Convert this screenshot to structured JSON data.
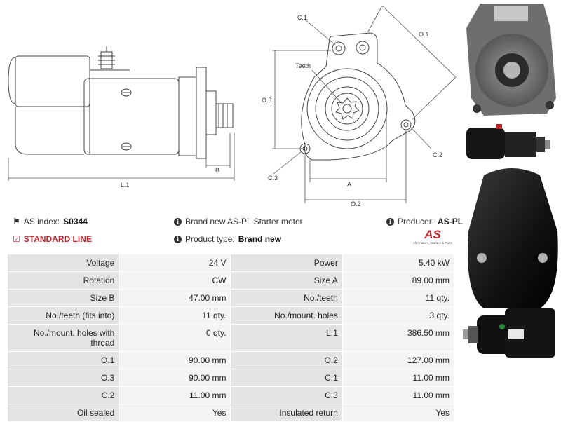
{
  "diagram": {
    "labels": {
      "c1": "C.1",
      "o1": "O.1",
      "teeth": "Teeth",
      "o3": "O.3",
      "c2": "C.2",
      "c3": "C.3",
      "a": "A",
      "o2": "O.2",
      "b": "B",
      "l1": "L.1"
    }
  },
  "info": {
    "as_index_label": "AS index:",
    "as_index_value": "S0344",
    "line": "STANDARD LINE",
    "description": "Brand new AS-PL Starter motor",
    "product_type_label": "Product type:",
    "product_type_value": "Brand new",
    "producer_label": "Producer:",
    "producer_value": "AS-PL",
    "logo_text": "AS",
    "logo_sub": "Alternators, Starters & Parts"
  },
  "specs": [
    {
      "l1": "Voltage",
      "v1": "24 V",
      "l2": "Power",
      "v2": "5.40 kW"
    },
    {
      "l1": "Rotation",
      "v1": "CW",
      "l2": "Size A",
      "v2": "89.00 mm"
    },
    {
      "l1": "Size B",
      "v1": "47.00 mm",
      "l2": "No./teeth",
      "v2": "11 qty."
    },
    {
      "l1": "No./teeth (fits into)",
      "v1": "11 qty.",
      "l2": "No./mount. holes",
      "v2": "3 qty."
    },
    {
      "l1": "No./mount. holes with thread",
      "v1": "0 qty.",
      "l2": "L.1",
      "v2": "386.50 mm"
    },
    {
      "l1": "O.1",
      "v1": "90.00 mm",
      "l2": "O.2",
      "v2": "127.00 mm"
    },
    {
      "l1": "O.3",
      "v1": "90.00 mm",
      "l2": "C.1",
      "v2": "11.00 mm"
    },
    {
      "l1": "C.2",
      "v1": "11.00 mm",
      "l2": "C.3",
      "v2": "11.00 mm"
    },
    {
      "l1": "Oil sealed",
      "v1": "Yes",
      "l2": "Insulated return",
      "v2": "Yes"
    }
  ],
  "colors": {
    "accent": "#c0282d",
    "label_bg": "#e4e4e4",
    "value_bg": "#f4f4f4"
  }
}
